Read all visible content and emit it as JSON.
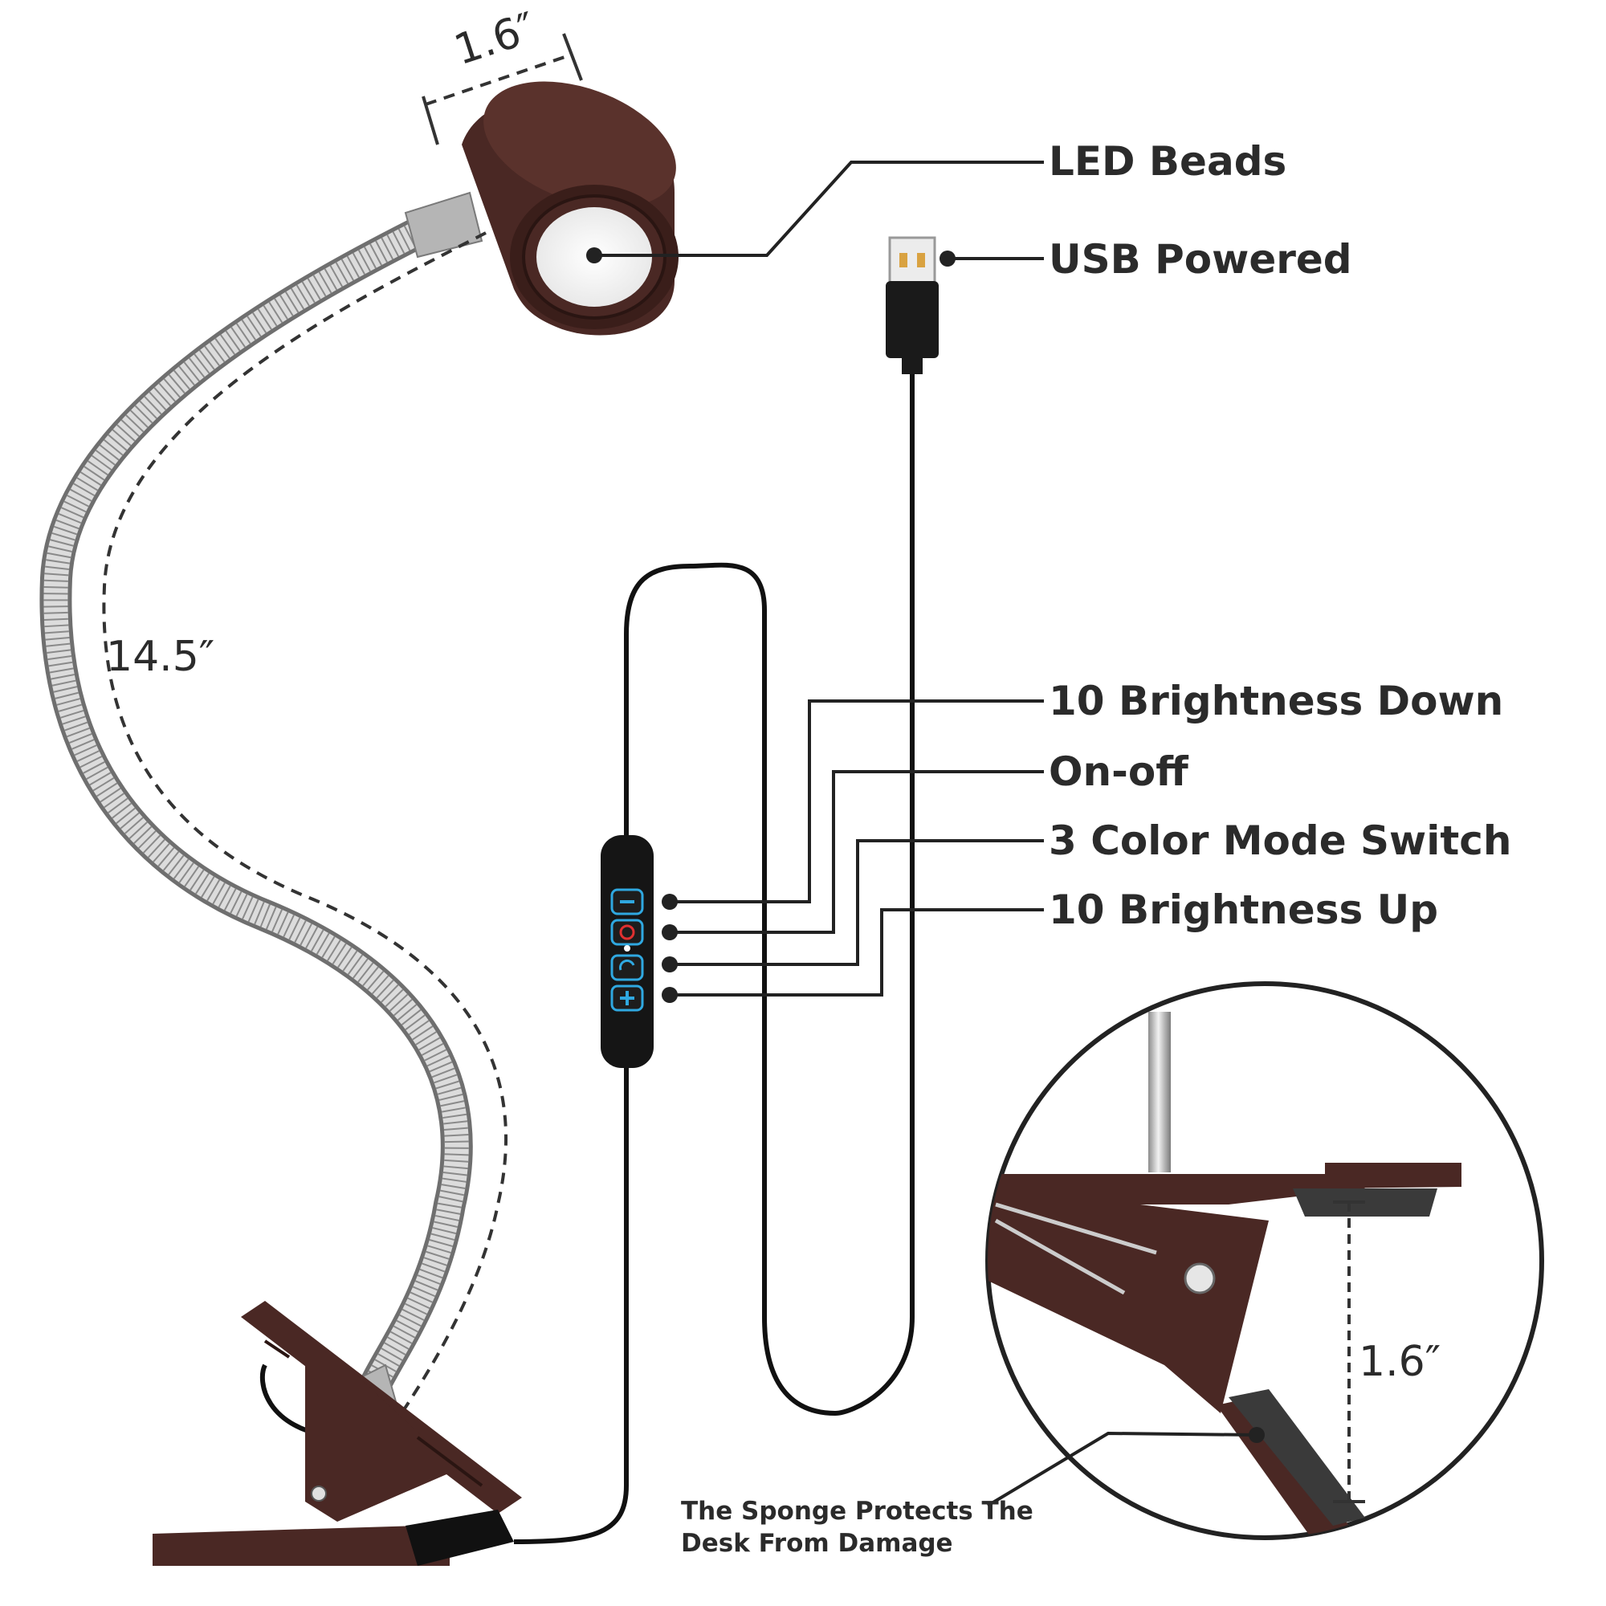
{
  "callouts": {
    "led_beads": "LED Beads",
    "usb_powered": "USB Powered",
    "brightness_down": "10 Brightness Down",
    "on_off": "On-off",
    "color_mode": "3 Color Mode Switch",
    "brightness_up": "10 Brightness Up"
  },
  "dimensions": {
    "head_width": "1.6″",
    "gooseneck_length": "14.5″",
    "clip_opening": "1.6″"
  },
  "note": {
    "line1": "The Sponge Protects The",
    "line2": "Desk From Damage"
  },
  "colors": {
    "lamp_brown": "#4a2824",
    "metal": "#c9c9c9",
    "cable": "#111111",
    "button_blue": "#2fa8e0",
    "power_red": "#e03030",
    "text": "#2b2b2b"
  }
}
